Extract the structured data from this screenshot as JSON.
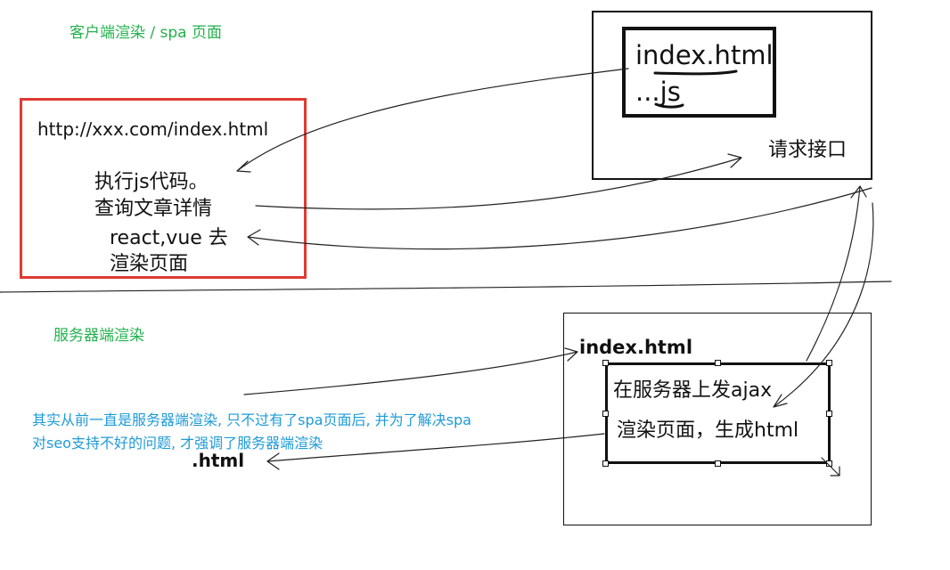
{
  "client": {
    "title": "客户端渲染 / spa 页面",
    "url": "http://xxx.com/index.html",
    "lines": [
      "执行js代码。",
      "查询文章详情",
      "react,vue 去",
      "渲染页面"
    ]
  },
  "server_top": {
    "file_name": "index.html",
    "file_js": "...js",
    "api_label": "请求接口"
  },
  "server_render": {
    "title": "服务器端渲染",
    "file_name": "index.html",
    "line1": "在服务器上发ajax",
    "line2": "渲染页面，生成html",
    "output": ".html"
  },
  "note": {
    "line1": "其实从前一直是服务器端渲染, 只不过有了spa页面后, 并为了解决spa",
    "line2": "对seo支持不好的问题, 才强调了服务器端渲染"
  },
  "colors": {
    "red_box": "#e03a32",
    "green_text": "#22b14c",
    "blue_text": "#1e9bd7"
  }
}
